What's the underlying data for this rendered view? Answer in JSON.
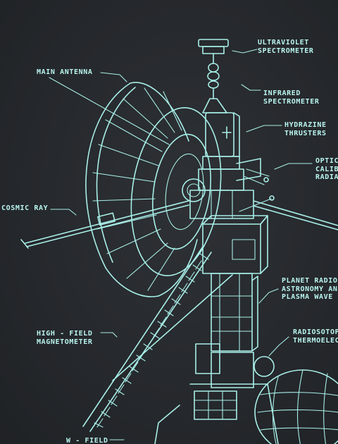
{
  "artwork": {
    "line_color": "#a8eee8",
    "label_color": "#b9f4ef",
    "background": "#26292d"
  },
  "labels": {
    "ultraviolet": "ULTRAVIOLET\nSPECTROMETER",
    "main_antenna": "MAIN ANTENNA",
    "infrared": "INFRARED\nSPECTROMETER",
    "hydrazine": "HYDRAZINE\nTHRUSTERS",
    "optical": "OPTIC\nCALIB\nRADIA",
    "cosmic_ray": "COSMIC RAY",
    "planet_radio": "PLANET RADIO\nASTRONOMY AND\nPLASMA WAVE",
    "high_field": "HIGH - FIELD\nMAGNETOMETER",
    "radioisotope": "RADIOSOTOPE\nTHERMOELECT",
    "low_field": "W - FIELD"
  }
}
